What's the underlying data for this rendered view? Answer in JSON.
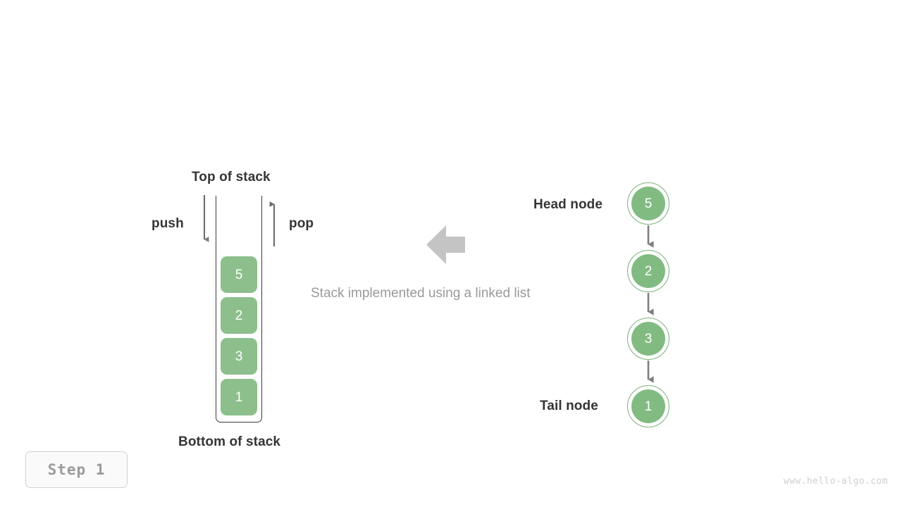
{
  "diagram": {
    "title": "Stack implemented using a linked list",
    "step_badge": "Step  1",
    "watermark": "www.hello-algo.com",
    "colors": {
      "node_fill": "#82bb82",
      "node_ring": "#7ab37a",
      "cell_fill": "#8cbf8c",
      "arrow_gray": "#7a7a7a",
      "big_arrow_gray": "#c4c4c4",
      "label_dark": "#353535",
      "caption_gray": "#9a9a9a",
      "badge_text": "#9b9b9b",
      "watermark_gray": "#cfcfcf",
      "container_stroke": "#3c3c3c",
      "background": "#ffffff"
    }
  },
  "stack": {
    "top_label": "Top of stack",
    "bottom_label": "Bottom of stack",
    "push_label": "push",
    "pop_label": "pop",
    "cells": [
      {
        "value": "5"
      },
      {
        "value": "2"
      },
      {
        "value": "3"
      },
      {
        "value": "1"
      }
    ]
  },
  "linked_list": {
    "head_label": "Head node",
    "tail_label": "Tail node",
    "nodes": [
      {
        "value": "5"
      },
      {
        "value": "2"
      },
      {
        "value": "3"
      },
      {
        "value": "1"
      }
    ]
  },
  "center": {
    "caption": "Stack implemented using a linked list",
    "arrow_icon": "arrow-left-icon"
  }
}
